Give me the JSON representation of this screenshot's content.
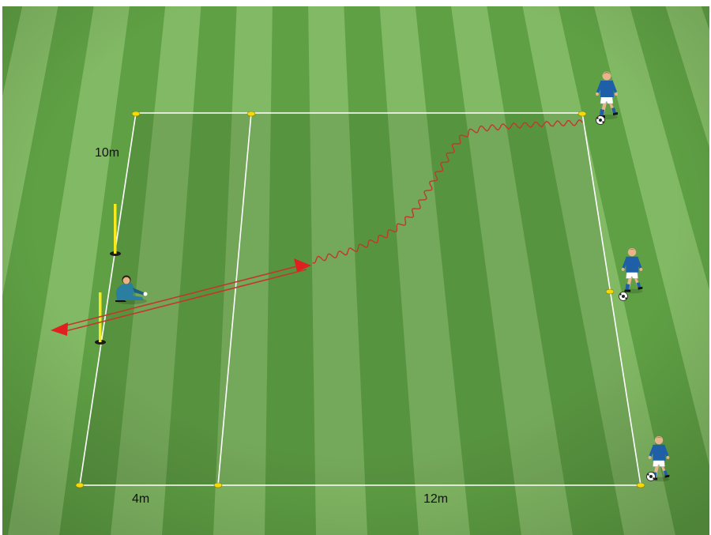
{
  "colors": {
    "pitch_light": "#8dc26f",
    "pitch_dark": "#5fa044",
    "area_overlay": "#3a5f2e",
    "line": "#ffffff",
    "cone": "#f5d90a",
    "pole": "#f7e81f",
    "dribble_path": "#c0392b",
    "pass_arrow": "#e02020",
    "player_shirt": "#1f5fa8",
    "player_shorts": "#ffffff",
    "keeper_shirt": "#2a7fa0"
  },
  "labels": {
    "side_length": "10m",
    "zone_width": "4m",
    "field_length": "12m"
  },
  "icons": {
    "players": [
      "player-icon",
      "player-icon",
      "player-icon"
    ],
    "goalkeeper": "goalkeeper-icon",
    "ball": "soccer-ball-icon",
    "cone": "cone-icon",
    "pole": "goal-pole-icon"
  }
}
